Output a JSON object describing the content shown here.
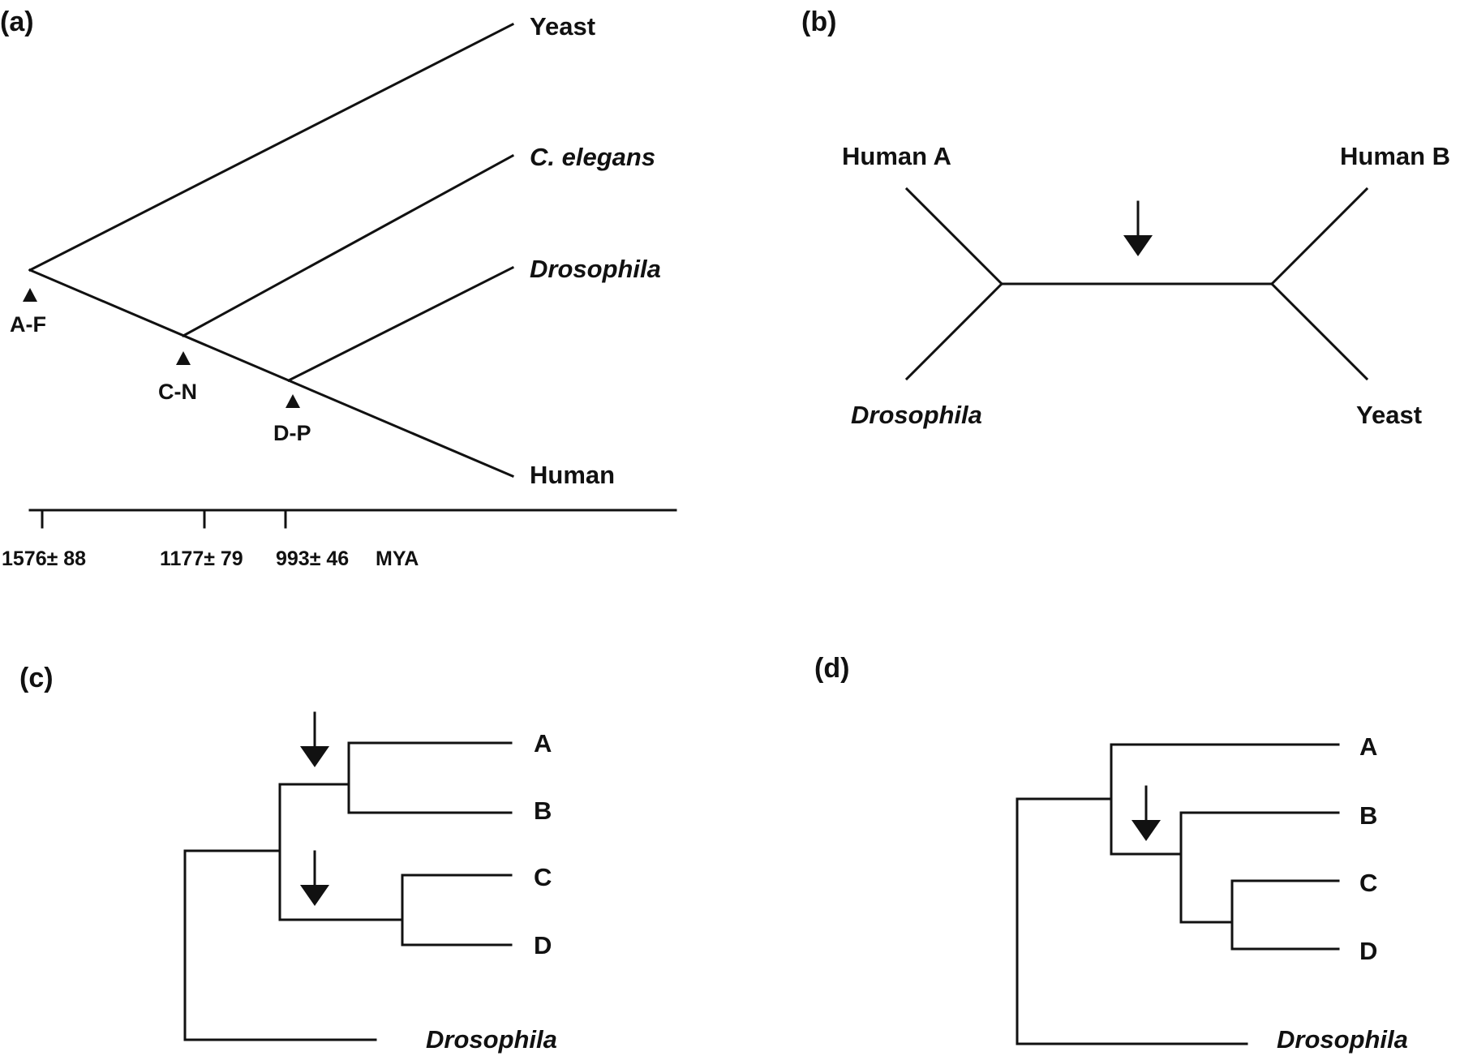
{
  "panels": {
    "a": {
      "label": "(a)",
      "taxa": {
        "yeast": "Yeast",
        "c_elegans": "C. elegans",
        "drosophila": "Drosophila",
        "human": "Human"
      },
      "nodes": {
        "af": "A-F",
        "cn": "C-N",
        "dp": "D-P"
      },
      "timescale": {
        "t1": "1576± 88",
        "t2": "1177± 79",
        "t3": "993± 46",
        "unit": "MYA"
      }
    },
    "b": {
      "label": "(b)",
      "taxa": {
        "human_a": "Human A",
        "human_b": "Human B",
        "drosophila": "Drosophila",
        "yeast": "Yeast"
      }
    },
    "c": {
      "label": "(c)",
      "taxa": {
        "a": "A",
        "b": "B",
        "c": "C",
        "d": "D",
        "drosophila": "Drosophila"
      }
    },
    "d": {
      "label": "(d)",
      "taxa": {
        "a": "A",
        "b": "B",
        "c": "C",
        "d": "D",
        "drosophila": "Drosophila"
      }
    }
  }
}
